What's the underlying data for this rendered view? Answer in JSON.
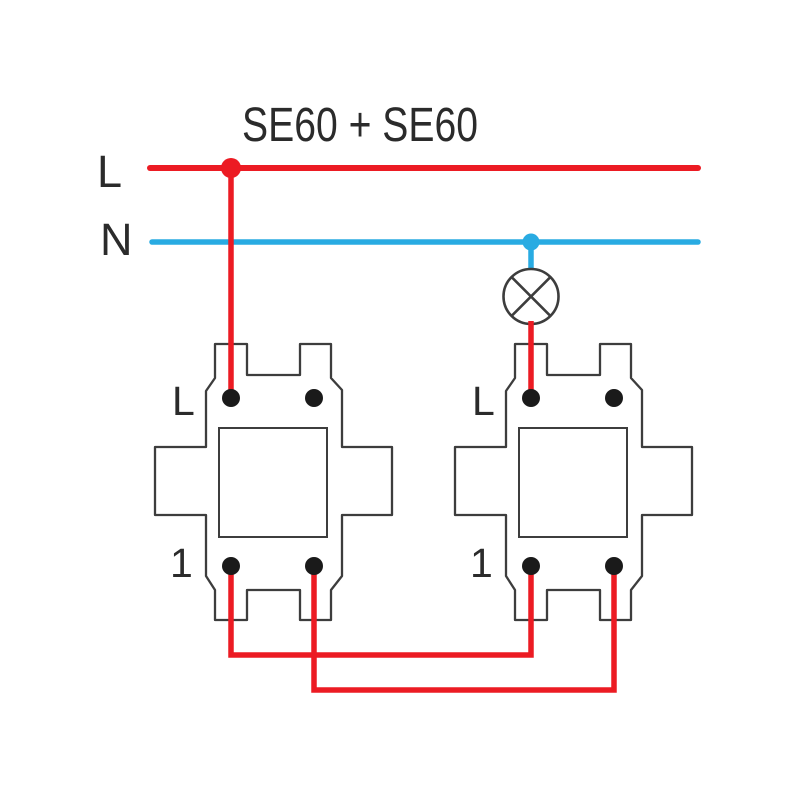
{
  "diagram": {
    "title": "SE60 + SE60",
    "bus": {
      "live_label": "L",
      "neutral_label": "N"
    },
    "switches": [
      {
        "id": "switch-1",
        "top_terminal_label": "L",
        "bottom_terminal_label": "1"
      },
      {
        "id": "switch-2",
        "top_terminal_label": "L",
        "bottom_terminal_label": "1"
      }
    ],
    "lamp": {
      "symbol": "lamp-circle-cross"
    },
    "colors": {
      "live": "#EC1B23",
      "neutral": "#29ABE2",
      "outline": "#3D3D3D",
      "text": "#2B2B2B",
      "terminal": "#1A1A1A",
      "background": "#FFFFFF"
    }
  }
}
